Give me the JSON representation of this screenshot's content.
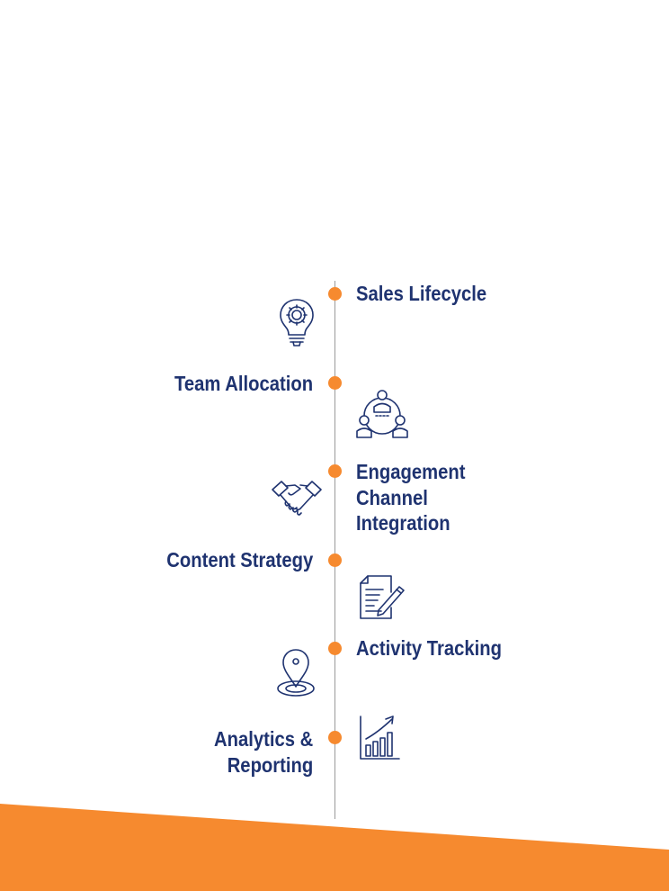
{
  "colors": {
    "accent": "#f68a2f",
    "text": "#1f3370",
    "line": "#9a9a9a"
  },
  "steps": [
    {
      "label": "Sales Lifecycle",
      "side": "right",
      "icon": "lightbulb-gear-icon"
    },
    {
      "label": "Team Allocation",
      "side": "left",
      "icon": "team-network-icon"
    },
    {
      "label": "Engagement Channel Integration",
      "lines": [
        "Engagement",
        "Channel",
        "Integration"
      ],
      "side": "right",
      "icon": "handshake-icon"
    },
    {
      "label": "Content Strategy",
      "side": "left",
      "icon": "document-pen-icon"
    },
    {
      "label": "Activity Tracking",
      "side": "right",
      "icon": "location-pin-icon"
    },
    {
      "label": "Analytics & Reporting",
      "lines": [
        "Analytics &",
        "Reporting"
      ],
      "side": "left",
      "icon": "growth-chart-icon"
    }
  ]
}
